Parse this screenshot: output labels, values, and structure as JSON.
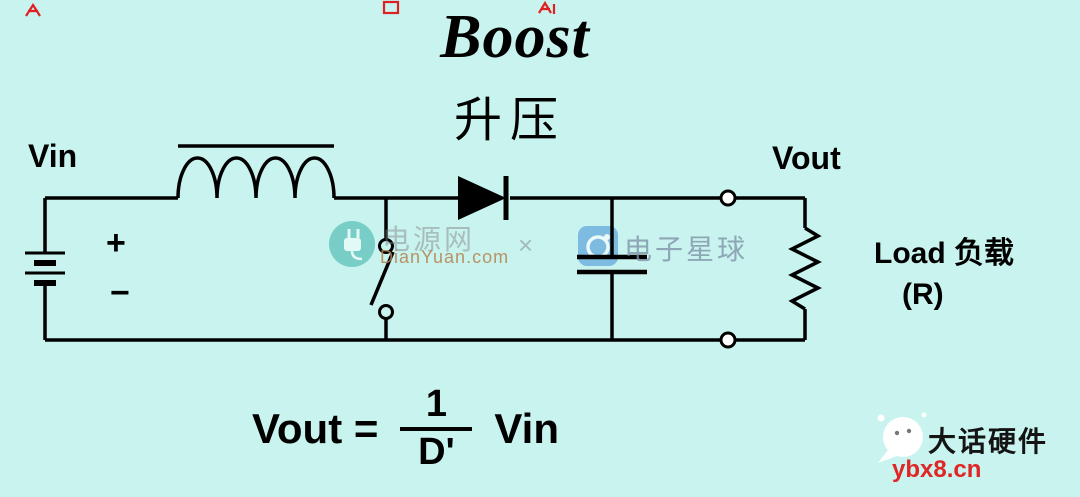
{
  "title": "Boost",
  "subtitle": "升压",
  "labels": {
    "vin": "Vin",
    "vout": "Vout",
    "battery_plus": "+",
    "battery_minus": "−",
    "load": "Load 负载",
    "load_r": "(R)"
  },
  "formula": {
    "lhs": "Vout =",
    "numerator": "1",
    "denominator": "D'",
    "rhs": "Vin"
  },
  "watermarks": {
    "dianyuan_name": "电源网",
    "dianyuan_domain": "DianYuan.com",
    "multiply_sign": "×",
    "electron_planet": "电子星球",
    "brand_name": "大话硬件",
    "brand_domain": "ybx8.cn"
  },
  "colors": {
    "background": "#c8f3ee",
    "line": "#000000",
    "red_mark": "#e02020",
    "dianyuan_teal": "#2aa8a0",
    "electron_planet_blue": "#4e97d8",
    "brand_red": "#e02525"
  }
}
